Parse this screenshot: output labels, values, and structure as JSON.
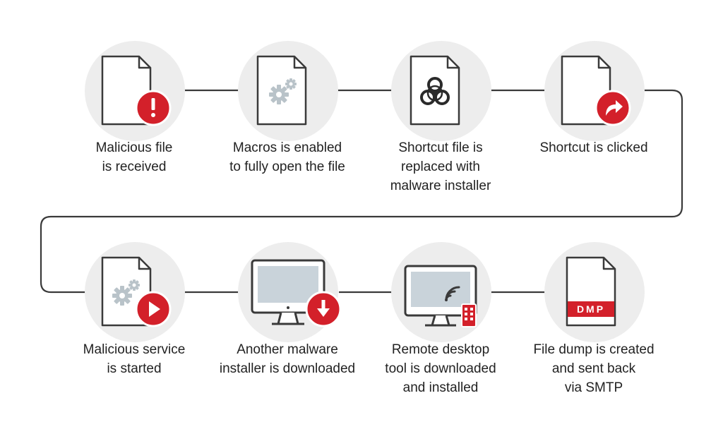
{
  "steps": [
    {
      "label": [
        "Malicious file",
        "is received"
      ],
      "icon": "document-alert-icon"
    },
    {
      "label": [
        "Macros is enabled",
        "to fully open the file"
      ],
      "icon": "document-gears-icon"
    },
    {
      "label": [
        "Shortcut file is",
        "replaced with",
        "malware installer"
      ],
      "icon": "document-biohazard-icon"
    },
    {
      "label": [
        "Shortcut is clicked"
      ],
      "icon": "document-shortcut-icon"
    },
    {
      "label": [
        "Malicious service",
        "is started"
      ],
      "icon": "document-gears-play-icon"
    },
    {
      "label": [
        "Another malware",
        "installer is downloaded"
      ],
      "icon": "monitor-download-icon"
    },
    {
      "label": [
        "Remote desktop",
        "tool is downloaded",
        "and installed"
      ],
      "icon": "monitor-remote-icon"
    },
    {
      "label": [
        "File dump is created",
        "and sent back",
        "via SMTP"
      ],
      "icon": "document-dmp-icon"
    }
  ],
  "dmp_text": "DMP",
  "colors": {
    "accent": "#d3202a",
    "stroke": "#3a3a3a",
    "circle": "#ededed",
    "screen": "#c9d3da"
  }
}
